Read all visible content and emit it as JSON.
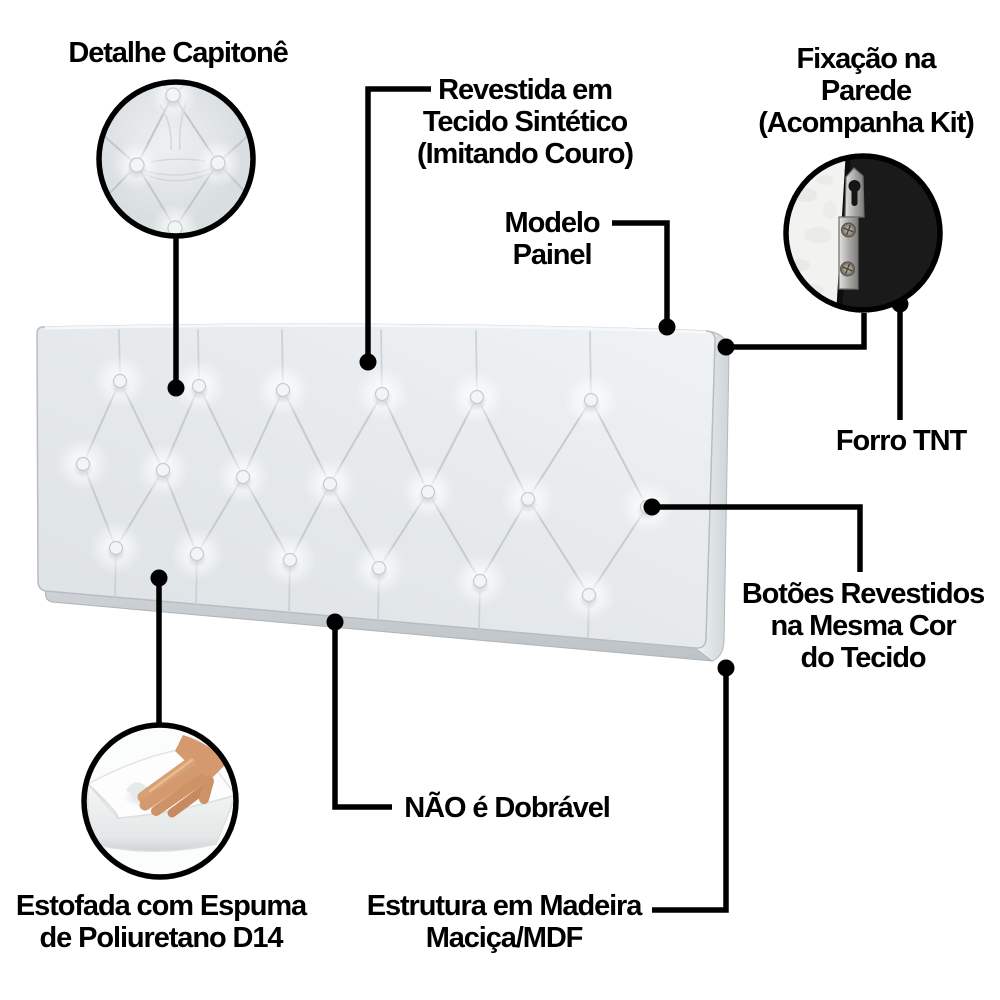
{
  "figure": {
    "kind": "annotated-product-infographic",
    "subject": "tufted-headboard-panel"
  },
  "callouts": {
    "detalhe": {
      "label": "Detalhe Capitonê"
    },
    "revestida": {
      "l1": "Revestida em",
      "l2": "Tecido Sintético",
      "l3": "(Imitando Couro)"
    },
    "modelo": {
      "l1": "Modelo",
      "l2": "Painel"
    },
    "fixacao": {
      "l1": "Fixação na",
      "l2": "Parede",
      "l3": "(Acompanha Kit)"
    },
    "forro": {
      "label": "Forro TNT"
    },
    "botoes": {
      "l1": "Botões Revestidos",
      "l2": "na Mesma Cor",
      "l3": "do Tecido"
    },
    "estofada": {
      "l1": "Estofada com Espuma",
      "l2": "de Poliuretano D14"
    },
    "nao": {
      "label": "NÃO é Dobrável"
    },
    "estrutura": {
      "l1": "Estrutura em Madeira",
      "l2": "Maciça/MDF"
    }
  },
  "colors": {
    "background": "#ffffff",
    "annotation": "#000000",
    "fabric_light": "#eff2f4",
    "fabric_mid": "#e0e5e8",
    "fabric_crease": "#c3c9cd",
    "back_panel_black": "#1a1a1a",
    "metal_bracket": "#b0b0ae",
    "foam_white": "#fbfcfc",
    "hand_skin": "#d49a6d"
  }
}
